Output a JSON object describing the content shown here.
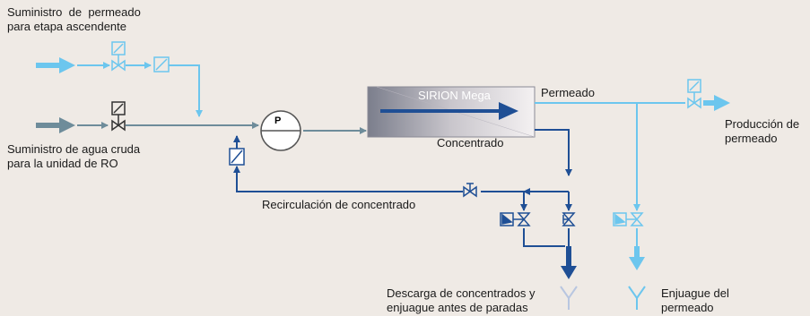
{
  "labels": {
    "permeate_supply": "Suministro  de  permeado\npara etapa ascendente",
    "raw_water": "Suministro de agua cruda\npara la unidad de RO",
    "module": "SIRION Mega",
    "permeate": "Permeado",
    "concentrate": "Concentrado",
    "production": "Producción de\npermeado",
    "recirculation": "Recirculación de concentrado",
    "discharge": "Descarga de concentrados y\nenjuague antes de paradas",
    "rinse": "Enjuague del\npermeado",
    "pump": "P"
  },
  "colors": {
    "background": "#efeae5",
    "permeate_line": "#6cc6ee",
    "feed_line": "#6e8c9a",
    "concentrate_line": "#1f4f95"
  }
}
